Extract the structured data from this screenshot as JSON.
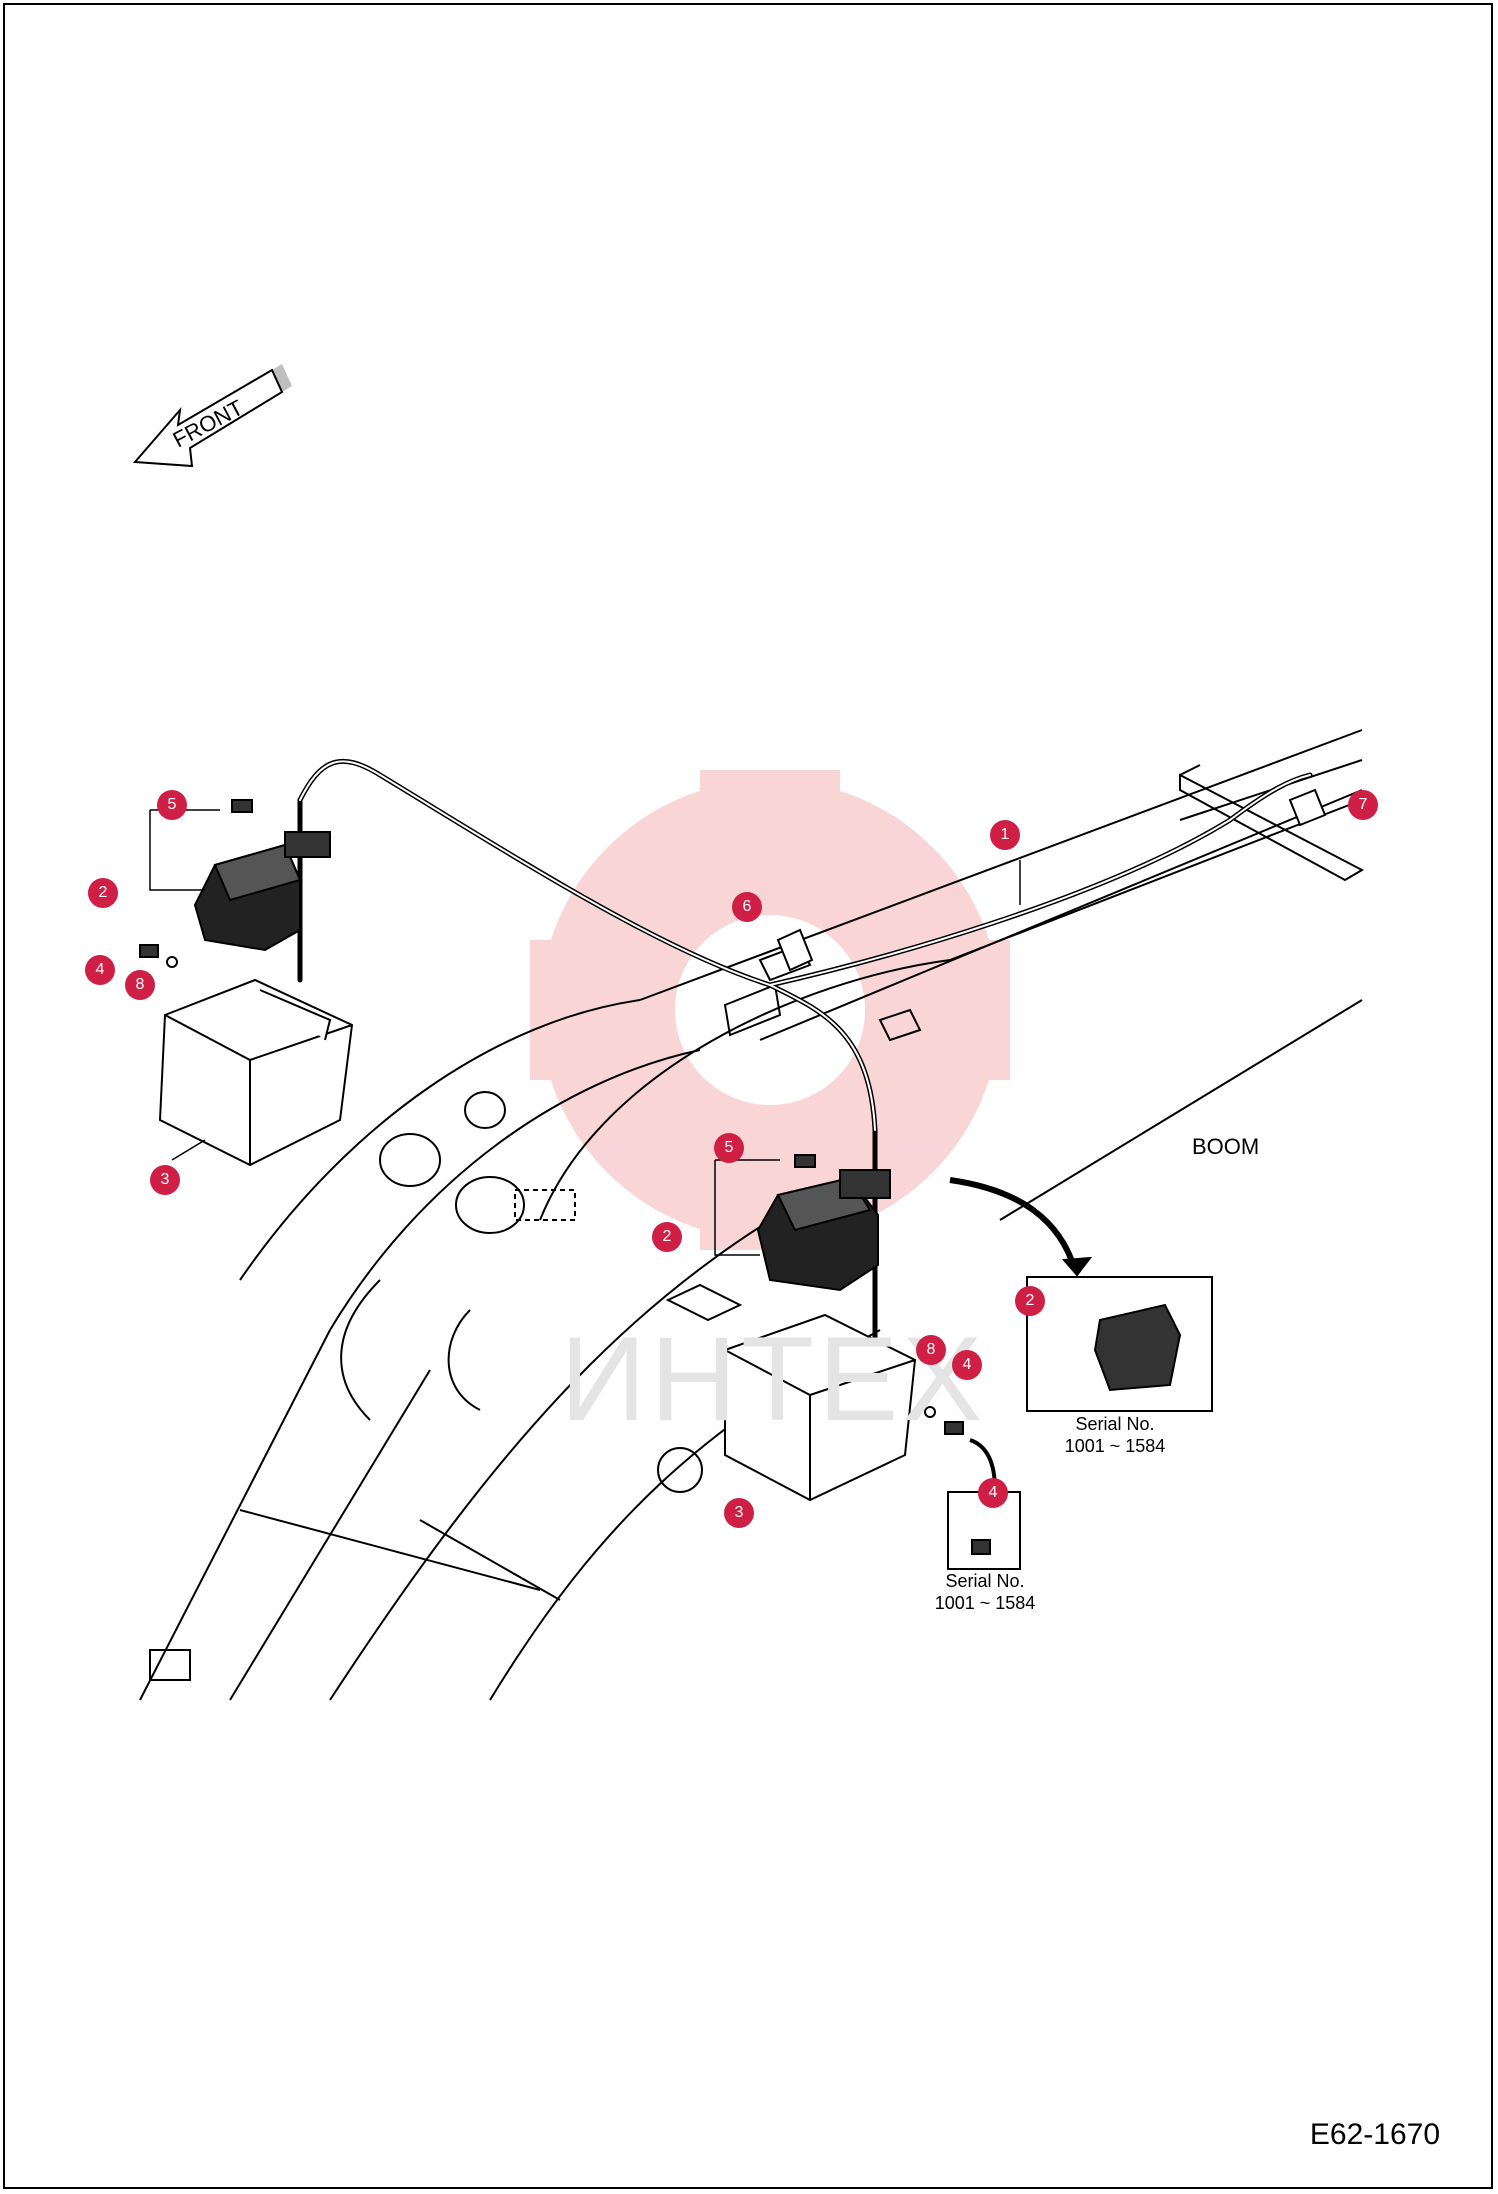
{
  "front_arrow": {
    "text": "FRONT"
  },
  "watermark": {
    "text": "ИНТЕХ"
  },
  "boom_label": "BOOM",
  "insets": [
    {
      "label": "Serial No.",
      "range": "1001 ~ 1584"
    },
    {
      "label": "Serial No.",
      "range": "1001 ~ 1584"
    }
  ],
  "drawing_code": "E62-1670",
  "callouts": [
    "5",
    "2",
    "4",
    "8",
    "3",
    "1",
    "6",
    "7",
    "5",
    "2",
    "3",
    "8",
    "4",
    "2",
    "4"
  ],
  "colors": {
    "callout": "#cf1f45",
    "watermark": "#f7c7c9",
    "line": "#000000"
  }
}
